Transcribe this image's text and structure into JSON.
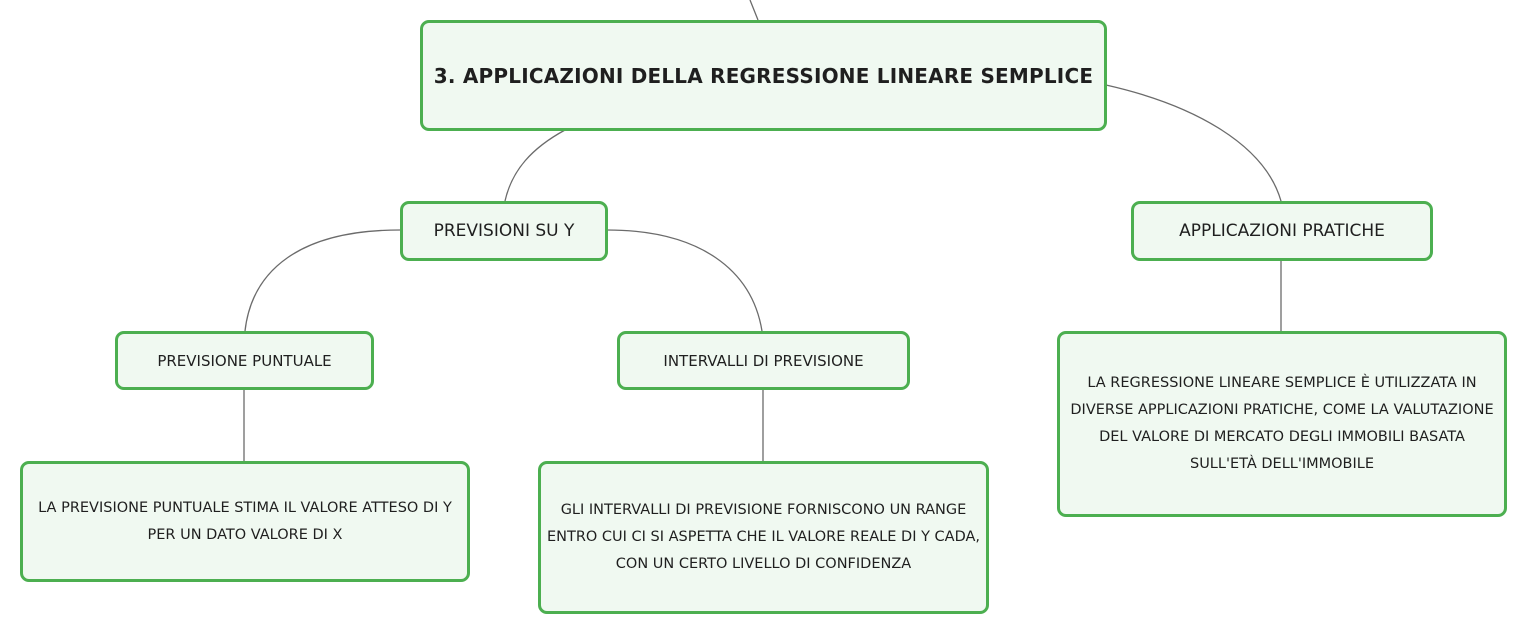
{
  "colors": {
    "node_border": "#4caf50",
    "node_fill": "#f0f9f1",
    "connector": "#6b6b6b"
  },
  "mindmap": {
    "root": {
      "label": "3. APPLICAZIONI DELLA REGRESSIONE LINEARE SEMPLICE"
    },
    "previsioni": {
      "label": "PREVISIONI SU Y",
      "puntuale": {
        "label": "PREVISIONE PUNTUALE",
        "description": "LA PREVISIONE PUNTUALE STIMA IL VALORE ATTESO DI Y PER UN DATO VALORE DI X"
      },
      "intervalli": {
        "label": "INTERVALLI DI PREVISIONE",
        "description": "GLI INTERVALLI DI PREVISIONE FORNISCONO UN RANGE ENTRO CUI CI SI ASPETTA CHE IL VALORE REALE DI Y CADA, CON UN CERTO LIVELLO DI CONFIDENZA"
      }
    },
    "pratiche": {
      "label": "APPLICAZIONI PRATICHE",
      "description": "LA REGRESSIONE LINEARE SEMPLICE È UTILIZZATA IN DIVERSE APPLICAZIONI PRATICHE, COME LA VALUTAZIONE DEL VALORE DI MERCATO DEGLI IMMOBILI BASATA SULL'ETÀ DELL'IMMOBILE"
    }
  }
}
